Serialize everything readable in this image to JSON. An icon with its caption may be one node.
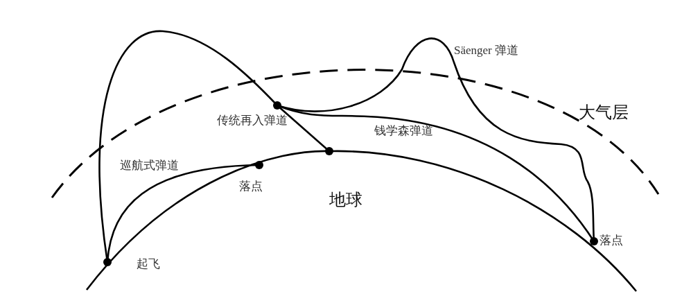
{
  "diagram": {
    "labels": [
      "Säenger 弹道",
      "大气层",
      "传统再入弹道",
      "钱学森弹道",
      "巡航式弹道",
      "落点",
      "地球",
      "落点",
      "起飞"
    ]
  }
}
